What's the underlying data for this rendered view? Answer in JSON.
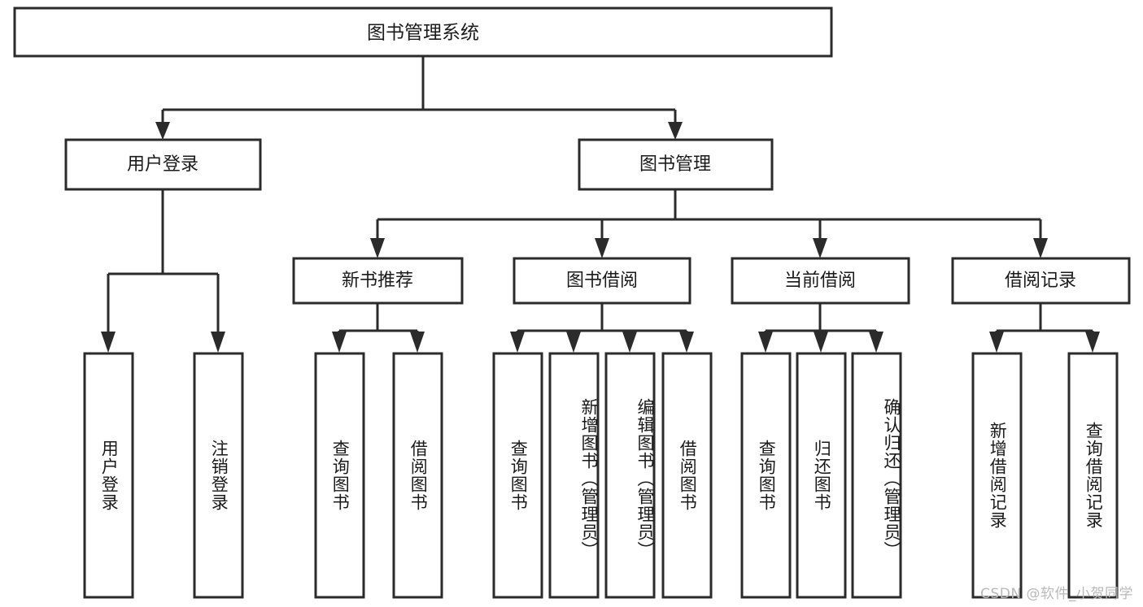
{
  "diagram": {
    "title": "图书管理系统",
    "type": "tree-hierarchy",
    "orientation": "top-down",
    "colors": {
      "box_stroke": "#2b2b2b",
      "box_fill": "#ffffff",
      "connector": "#2b2b2b",
      "text": "#1a1a1a",
      "background": "#ffffff",
      "watermark": "#b9b9b9"
    },
    "root": {
      "label": "图书管理系统"
    },
    "level2": [
      {
        "label": "用户登录"
      },
      {
        "label": "图书管理"
      }
    ],
    "level3": [
      {
        "label": "新书推荐"
      },
      {
        "label": "图书借阅"
      },
      {
        "label": "当前借阅"
      },
      {
        "label": "借阅记录"
      }
    ],
    "leaves": {
      "user_login": [
        {
          "label": "用户登录"
        },
        {
          "label": "注销登录"
        }
      ],
      "new_book_recommend": [
        {
          "label": "查询图书"
        },
        {
          "label": "借阅图书"
        }
      ],
      "book_borrow": [
        {
          "label": "查询图书"
        },
        {
          "label": "新增图书（管理员）"
        },
        {
          "label": "编辑图书（管理员）"
        },
        {
          "label": "借阅图书"
        }
      ],
      "current_borrow": [
        {
          "label": "查询图书"
        },
        {
          "label": "归还图书"
        },
        {
          "label": "确认归还（管理员）"
        }
      ],
      "borrow_record": [
        {
          "label": "新增借阅记录"
        },
        {
          "label": "查询借阅记录"
        }
      ]
    }
  },
  "watermark": {
    "text": "CSDN @软件_小贺同学"
  }
}
